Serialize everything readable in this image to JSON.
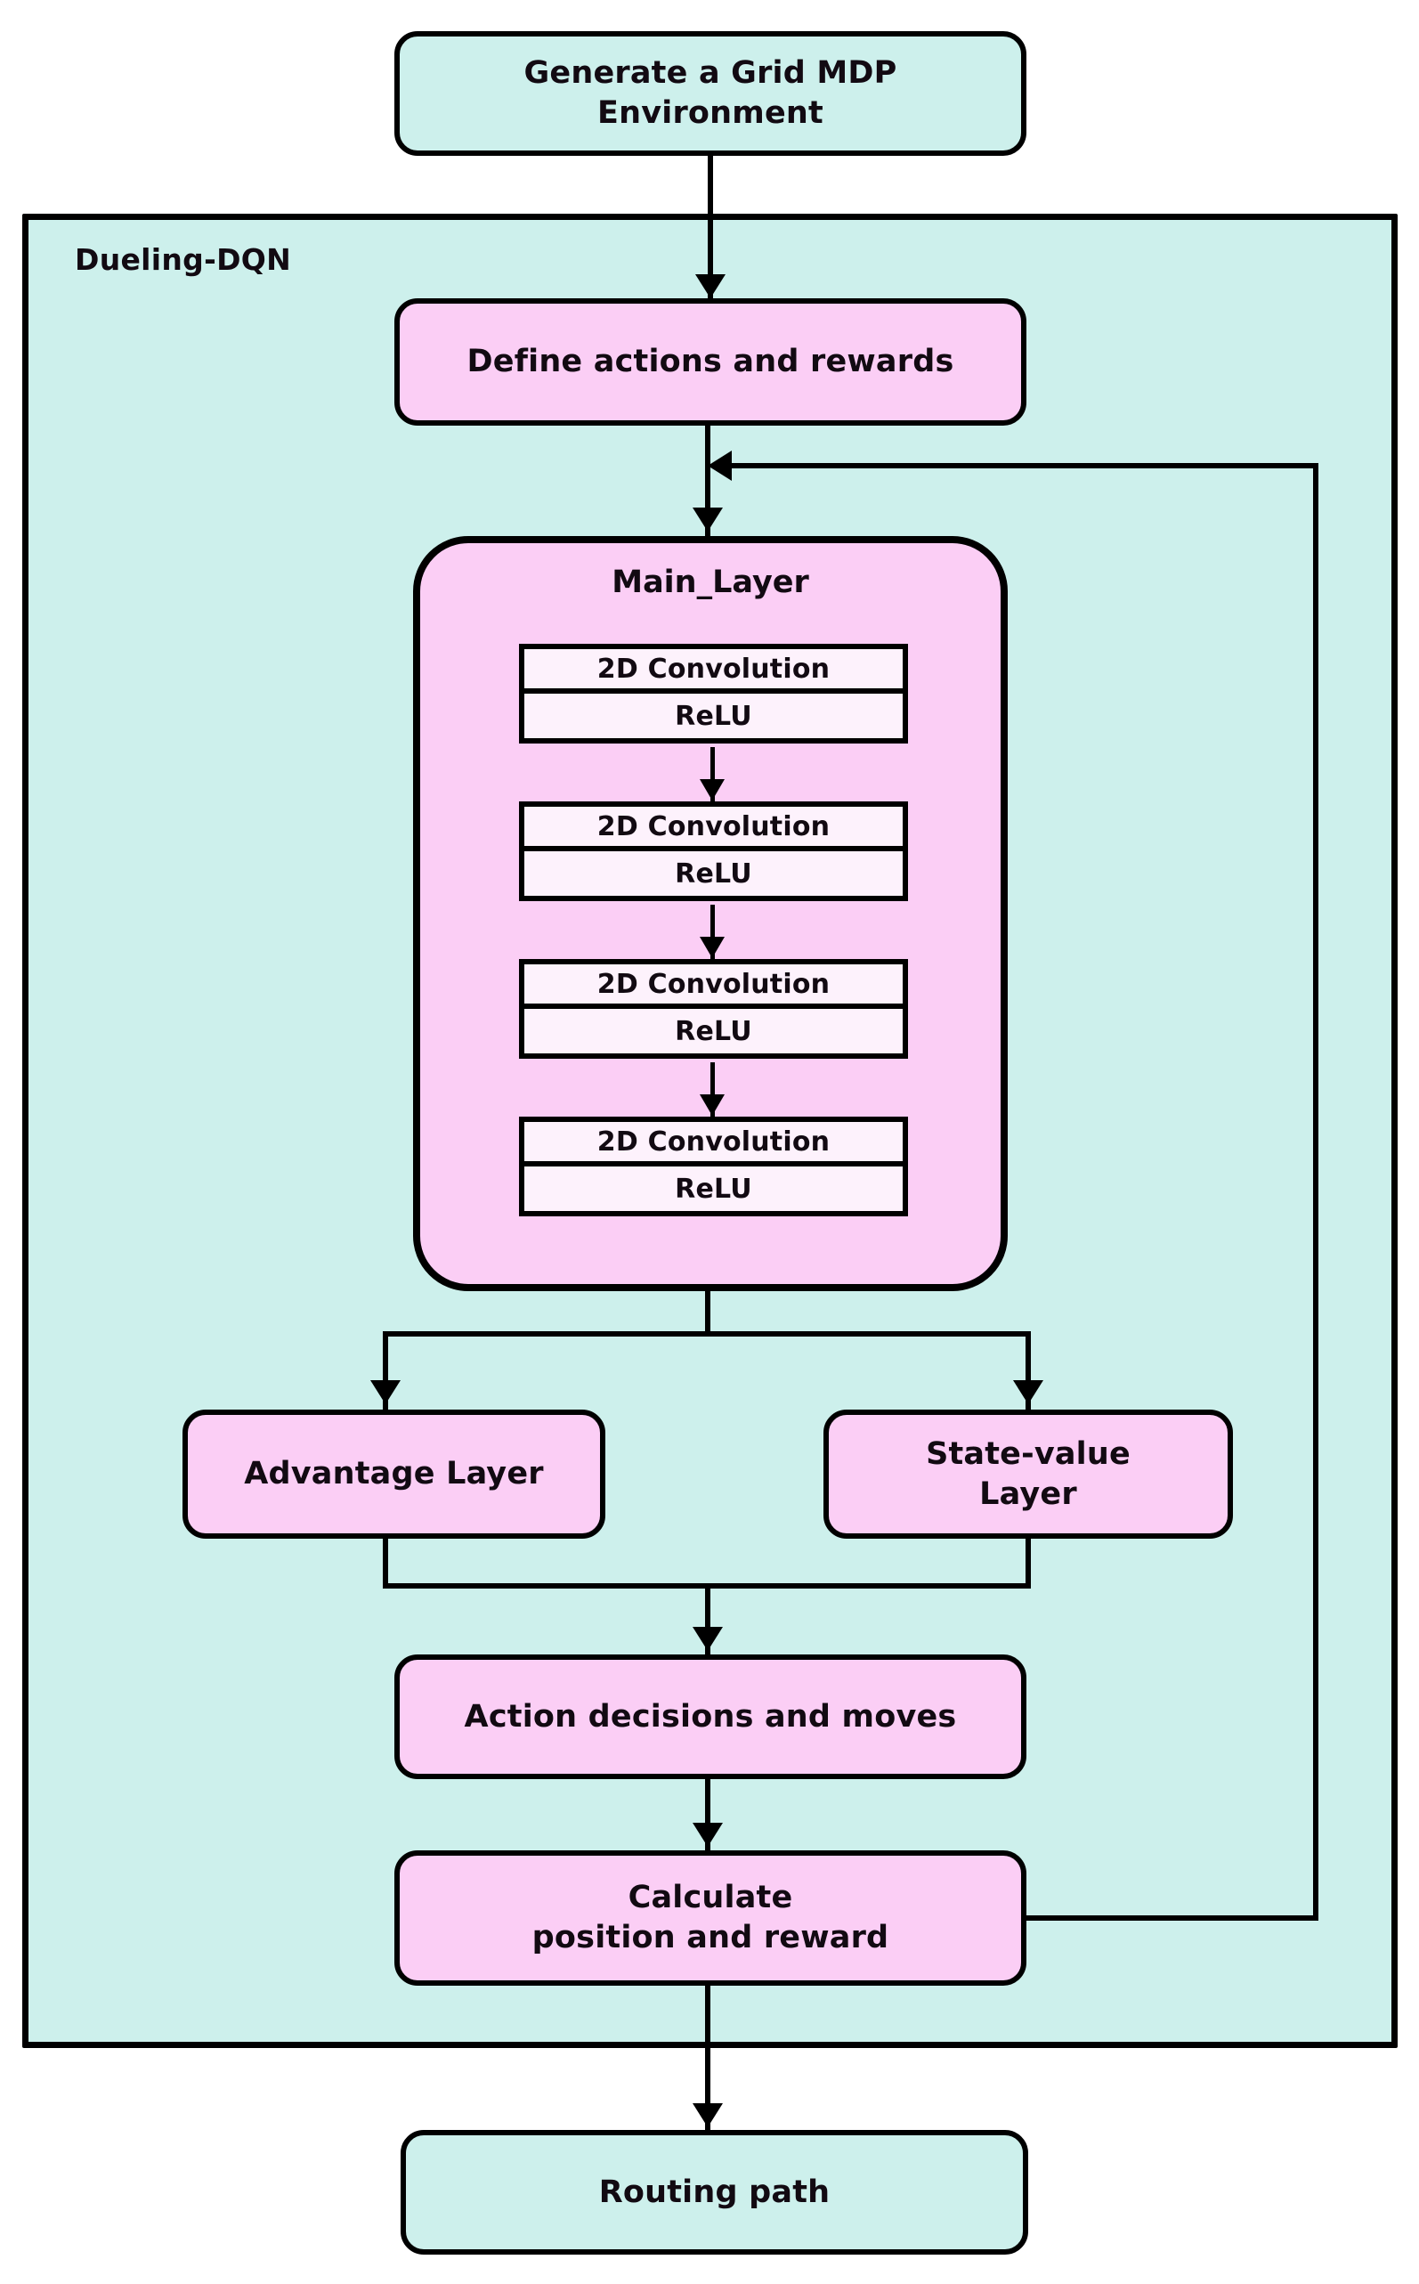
{
  "diagram": {
    "title_node": "Generate a Grid MDP Environment",
    "container_label": "Dueling-DQN",
    "output_node": "Routing path"
  },
  "nodes": {
    "generate_env": "Generate a Grid MDP\nEnvironment",
    "generate_env_line1": "Generate a Grid MDP",
    "generate_env_line2": "Environment",
    "define_actions": "Define actions and rewards",
    "main_layer_title": "Main_Layer",
    "advantage_layer": "Advantage Layer",
    "state_value_layer_line1": "State-value",
    "state_value_layer_line2": "Layer",
    "action_decisions": "Action decisions and moves",
    "calculate_line1": "Calculate",
    "calculate_line2": "position and reward",
    "routing_path": "Routing path"
  },
  "main_layer": {
    "title": "Main_Layer",
    "blocks": [
      {
        "conv": "2D Convolution",
        "activation": "ReLU"
      },
      {
        "conv": "2D Convolution",
        "activation": "ReLU"
      },
      {
        "conv": "2D Convolution",
        "activation": "ReLU"
      },
      {
        "conv": "2D Convolution",
        "activation": "ReLU"
      }
    ]
  },
  "colors": {
    "teal_fill": "#cdf0ec",
    "pink_fill": "#fbcef5",
    "inner_fill": "#fdf2fc",
    "stroke": "#000000",
    "text": "#120a12",
    "page_background": "#ffffff"
  },
  "flow": {
    "edges": [
      "generate_env -> define_actions",
      "define_actions -> main_layer",
      "main_layer -> advantage_layer",
      "main_layer -> state_value_layer",
      "advantage_layer -> action_decisions",
      "state_value_layer -> action_decisions",
      "action_decisions -> calculate_position_and_reward",
      "calculate_position_and_reward -> define_actions (feedback)",
      "calculate_position_and_reward -> routing_path"
    ]
  }
}
